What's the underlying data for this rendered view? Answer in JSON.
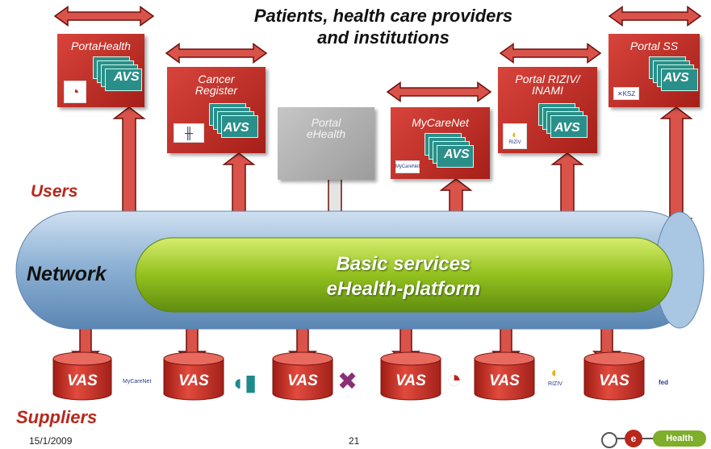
{
  "title_line1": "Patients, health care providers",
  "title_line2": "and institutions",
  "users_label": "Users",
  "network_label": "Network",
  "suppliers_label": "Suppliers",
  "basic_line1": "Basic services",
  "basic_line2": "eHealth-platform",
  "portals": [
    {
      "line1": "PortaHealth",
      "line2": "",
      "avs": "AVS"
    },
    {
      "line1": "Cancer",
      "line2": "Register",
      "avs": "AVS"
    },
    {
      "line1": "Portal",
      "line2": "eHealth",
      "avs": ""
    },
    {
      "line1": "MyCareNet",
      "line2": "",
      "avs": "AVS"
    },
    {
      "line1": "Portal RIZIV/",
      "line2": "INAMI",
      "avs": "AVS"
    },
    {
      "line1": "Portal SS",
      "line2": "",
      "avs": "AVS"
    }
  ],
  "logos": {
    "ksz": "KSZ",
    "riziv": "RIZIV",
    "fedict": "fed",
    "mycarenet": "MyCareNet"
  },
  "vas_label": "VAS",
  "footer": {
    "date": "15/1/2009",
    "page": "21",
    "brand": "Health",
    "brand_e": "e"
  },
  "colors": {
    "red": "#b8271c",
    "green": "#8fbf22",
    "blue": "#8fb3d6",
    "teal": "#2a8f8a"
  }
}
